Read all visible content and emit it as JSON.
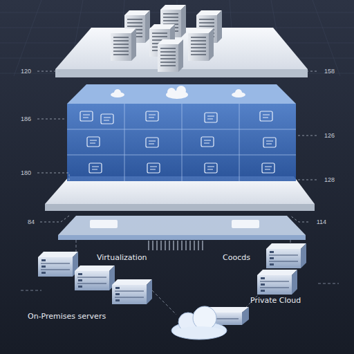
{
  "diagram": {
    "labels": [
      "120",
      "158",
      "186",
      "126",
      "180",
      "128",
      "84",
      "114",
      "Virtualization",
      "Coocds",
      "On-Premises servers",
      "Private Cloud"
    ]
  }
}
